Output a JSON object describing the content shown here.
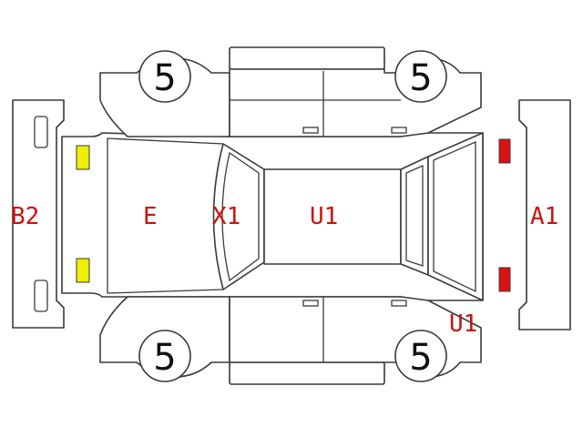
{
  "colors": {
    "damage_code": "#cc1111",
    "marker_front": "#dd1111",
    "marker_rear": "#eeee00",
    "outline": "#3a3a3a"
  },
  "tires": {
    "front_left": "5",
    "front_right": "5",
    "rear_left": "5",
    "rear_right": "5"
  },
  "damage_codes": {
    "rear_bumper": "B2",
    "trunk": "E",
    "rear_window": "X1",
    "roof": "U1",
    "front_bumper": "A1",
    "front_right_fender": "U1"
  }
}
